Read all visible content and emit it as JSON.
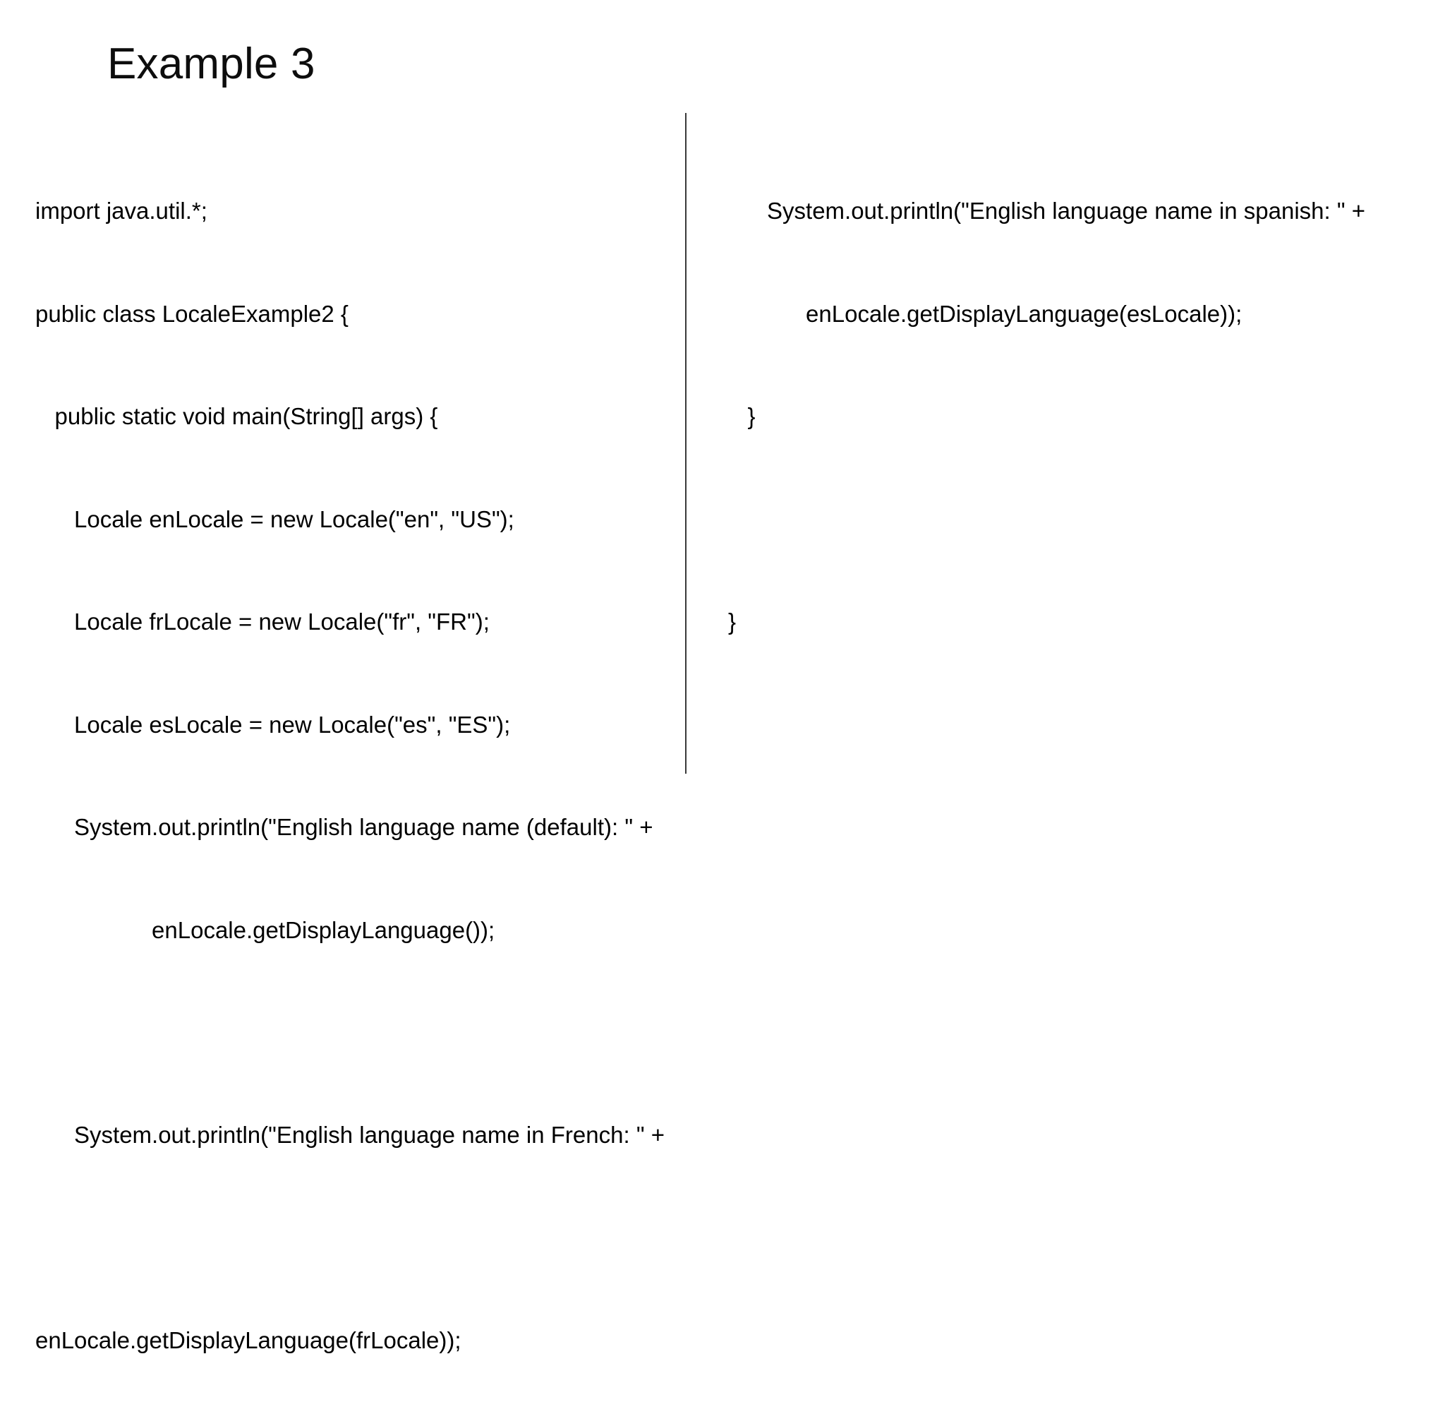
{
  "slide": {
    "title": "Example 3",
    "background_color": "#ffffff",
    "text_color": "#000000",
    "divider_color": "#3a3a3a"
  },
  "left_column": {
    "lines": [
      "import java.util.*;",
      "public class LocaleExample2 {",
      "   public static void main(String[] args) {",
      "      Locale enLocale = new Locale(\"en\", \"US\");",
      "      Locale frLocale = new Locale(\"fr\", \"FR\");",
      "      Locale esLocale = new Locale(\"es\", \"ES\");",
      "      System.out.println(\"English language name (default): \" +",
      "                  enLocale.getDisplayLanguage());",
      "",
      "      System.out.println(\"English language name in French: \" +",
      "",
      "enLocale.getDisplayLanguage(frLocale));"
    ]
  },
  "right_column": {
    "lines": [
      "      System.out.println(\"English language name in spanish: \" +",
      "            enLocale.getDisplayLanguage(esLocale));",
      "   }",
      "",
      "}"
    ]
  }
}
